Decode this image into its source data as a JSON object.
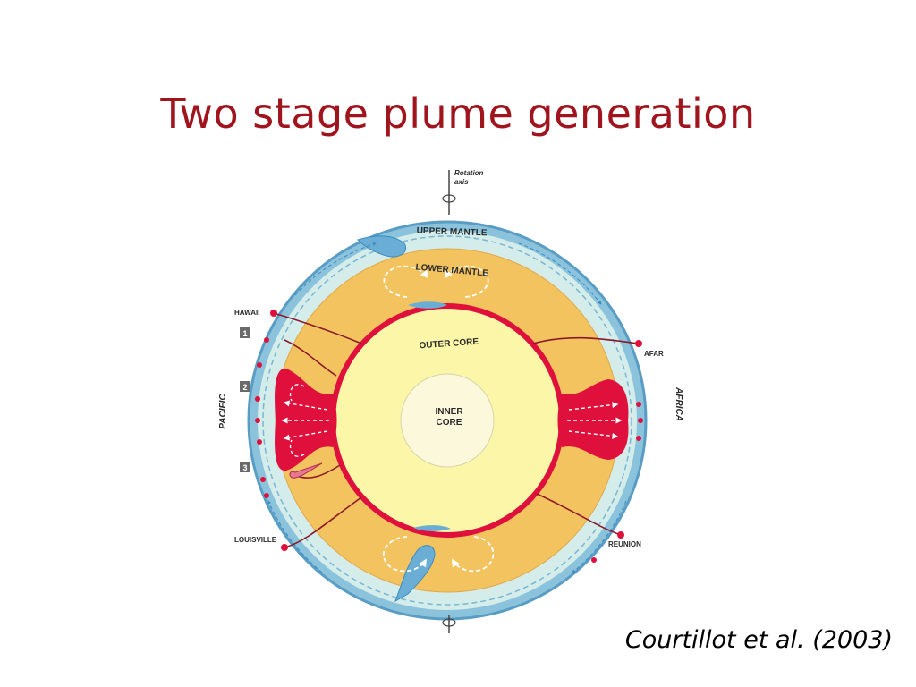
{
  "title": "Two stage plume generation",
  "citation": "Courtillot et al. (2003)",
  "diagram": {
    "rotation_axis_label_1": "Rotation",
    "rotation_axis_label_2": "axis",
    "upper_mantle": "UPPER MANTLE",
    "lower_mantle": "LOWER MANTLE",
    "outer_core": "OUTER CORE",
    "inner_core_1": "INNER",
    "inner_core_2": "CORE",
    "hawaii": "HAWAII",
    "afar": "AFAR",
    "louisville": "LOUISVILLE",
    "reunion": "REUNION",
    "pacific": "PACIFIC",
    "africa": "AFRICA",
    "box1": "1",
    "box2": "2",
    "box3": "3"
  },
  "colors": {
    "title": "#a0141e",
    "ocean_ring": "#7fb8d4",
    "upper_mantle": "#cfe8e8",
    "lower_mantle": "#f2c25e",
    "outer_core": "#fbf6a8",
    "inner_core": "#fbf8d8",
    "cmb": "#e0103c",
    "slab": "#6aaed6"
  }
}
